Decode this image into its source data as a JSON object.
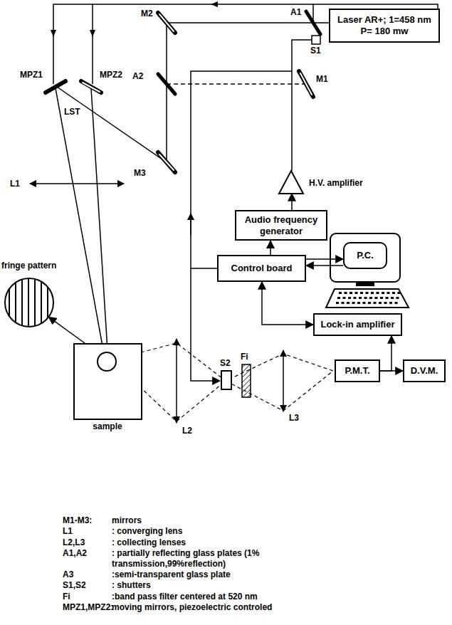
{
  "diagram": {
    "nodes": [
      {
        "text": [
          "Laser AR+; 1=458 nm P= 180 mw"
        ]
      },
      {
        "text": [
          "H.V. amplifier"
        ]
      },
      {
        "text": [
          "Audio frequency generator"
        ]
      },
      {
        "text": [
          "Control board"
        ]
      },
      {
        "text": [
          "P.C."
        ]
      },
      {
        "text": [
          "Lock-in amplifier"
        ]
      },
      {
        "text": [
          "P.M.T."
        ]
      },
      {
        "text": [
          "D.V.M."
        ]
      },
      {
        "text": [
          "fringe pattern"
        ]
      },
      {
        "text": [
          "sample"
        ]
      },
      {
        "text": [
          "S2"
        ]
      }
    ],
    "edges": [
      {
        "from": 2,
        "to": 1,
        "arrow": "to"
      },
      {
        "from": 3,
        "to": 2,
        "arrow": "to"
      },
      {
        "from": 3,
        "to": 4,
        "arrow": "to"
      },
      {
        "from": 4,
        "to": 3,
        "arrow": "to"
      },
      {
        "from": 3,
        "to": 5,
        "arrow": "both"
      },
      {
        "from": 6,
        "to": 5,
        "arrow": "to"
      },
      {
        "from": 6,
        "to": 7,
        "arrow": "to"
      },
      {
        "from": 3,
        "to": 10,
        "arrow": "to"
      },
      {
        "from": 9,
        "to": 8,
        "arrow": "to"
      }
    ],
    "labels": [
      "M2",
      "A1",
      "S1",
      "M1",
      "A2",
      "M3",
      "MPZ1",
      "MPZ2",
      "LST",
      "L1",
      "L2",
      "Fi",
      "L3",
      "M1-M3:",
      "mirrors",
      "L1",
      ": converging lens",
      "L2,L3",
      ": collecting lenses",
      "A1,A2",
      ": partially reflecting glass plates (1% transmission,99%reflection)",
      "A3",
      ":semi-transparent glass plate",
      "S1,S2",
      ": shutters",
      "Fi",
      ":band pass filter centered at 520 nm",
      "MPZ1,MPZ2:",
      "moving mirrors, piezoelectric controled"
    ]
  }
}
